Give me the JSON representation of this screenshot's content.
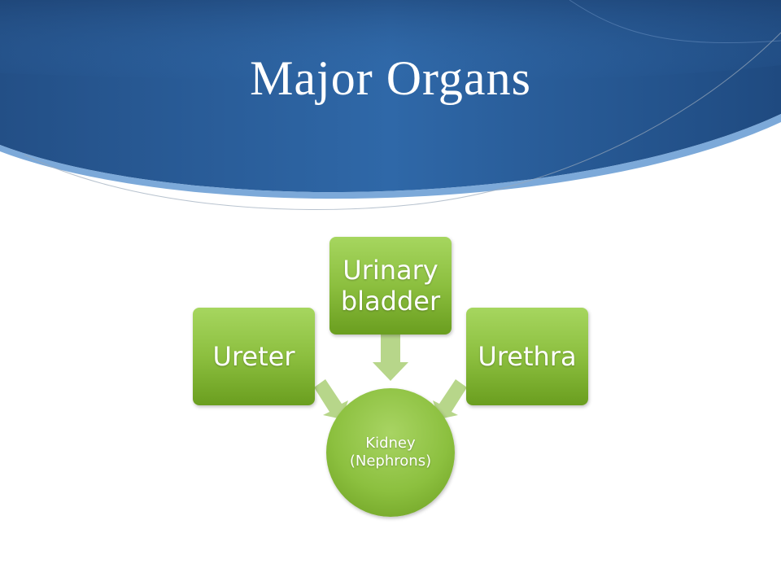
{
  "slide": {
    "title": "Major Organs"
  },
  "diagram": {
    "center": {
      "label": "Kidney\n(Nephrons)"
    },
    "nodes": [
      {
        "label": "Ureter"
      },
      {
        "label": "Urinary\nbladder"
      },
      {
        "label": "Urethra"
      }
    ]
  },
  "colors": {
    "header_blue": "#2a5f9c",
    "node_green": "#8cbf3f",
    "arrow_green": "#b7d68a"
  }
}
